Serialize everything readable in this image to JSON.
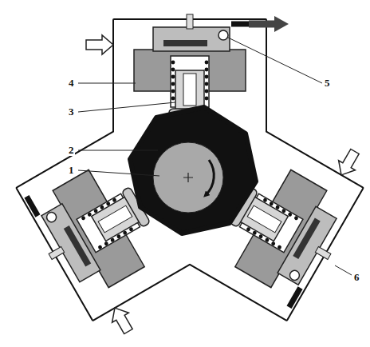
{
  "diagram": {
    "labels": [
      "4",
      "5",
      "3",
      "2",
      "1",
      "6"
    ]
  }
}
